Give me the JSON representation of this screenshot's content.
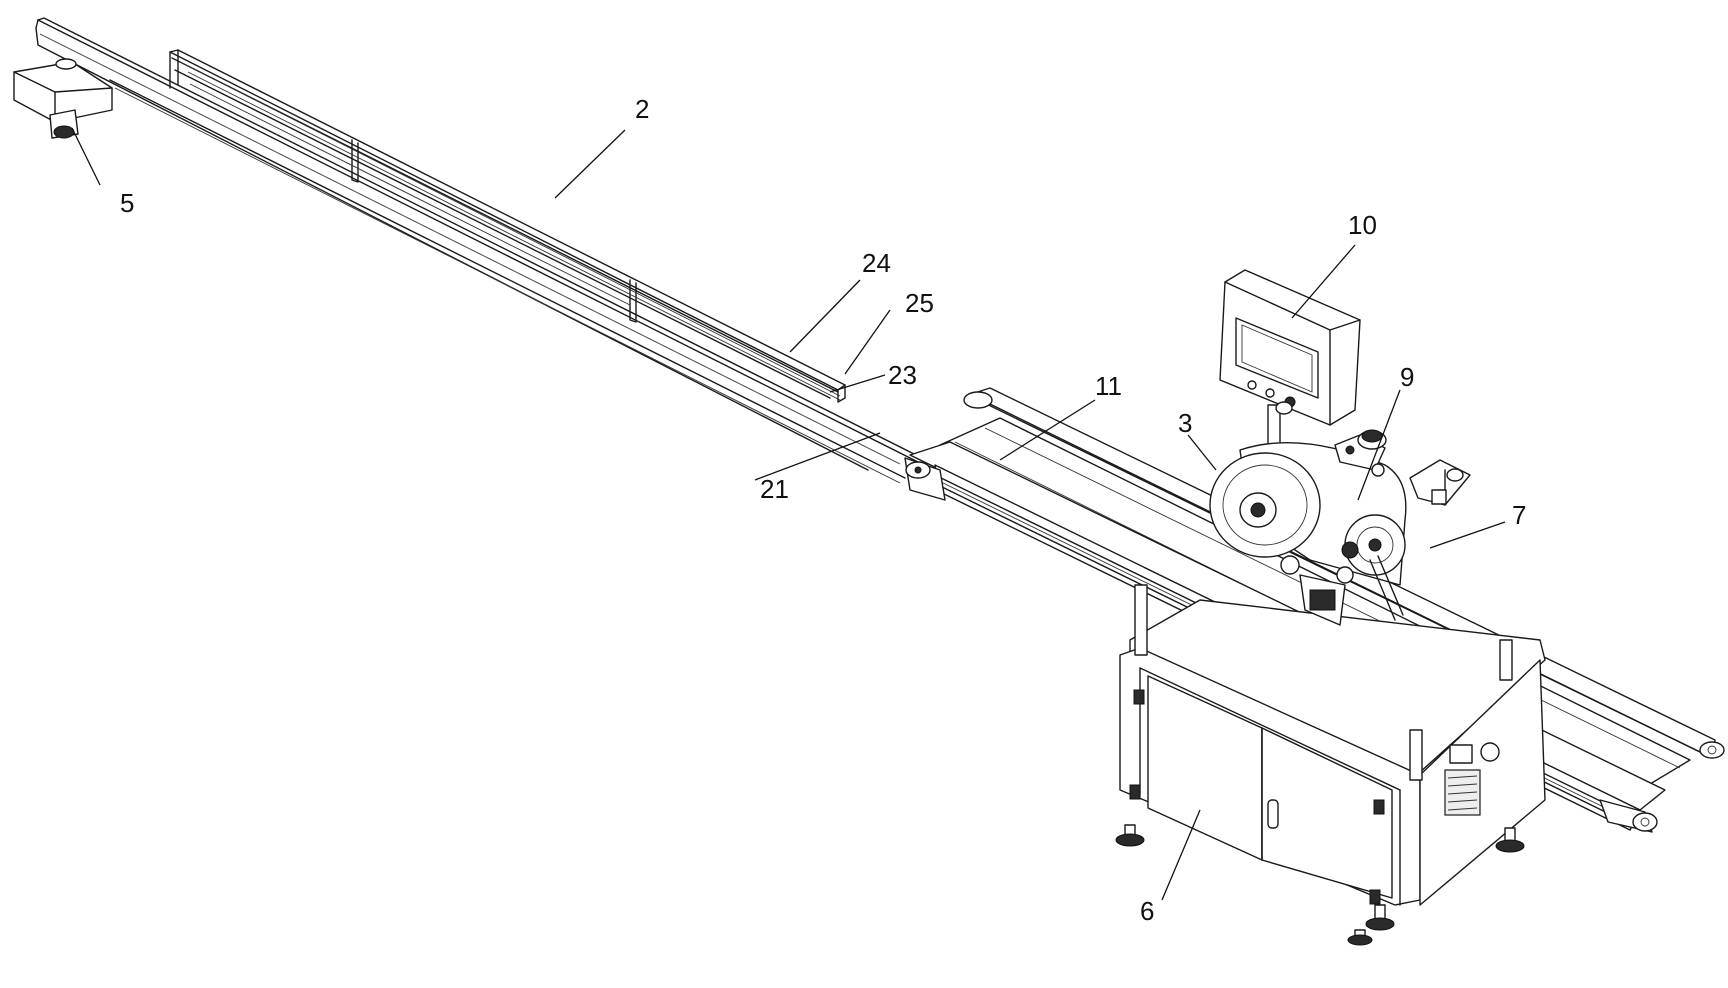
{
  "figure": {
    "background": "#ffffff",
    "line_color": "#1a1a1a"
  },
  "callouts": [
    {
      "id": "c2",
      "text": "2"
    },
    {
      "id": "c5",
      "text": "5"
    },
    {
      "id": "c24",
      "text": "24"
    },
    {
      "id": "c25",
      "text": "25"
    },
    {
      "id": "c23",
      "text": "23"
    },
    {
      "id": "c21",
      "text": "21"
    },
    {
      "id": "c11",
      "text": "11"
    },
    {
      "id": "c10",
      "text": "10"
    },
    {
      "id": "c3",
      "text": "3"
    },
    {
      "id": "c9",
      "text": "9"
    },
    {
      "id": "c7",
      "text": "7"
    },
    {
      "id": "c6",
      "text": "6"
    }
  ]
}
